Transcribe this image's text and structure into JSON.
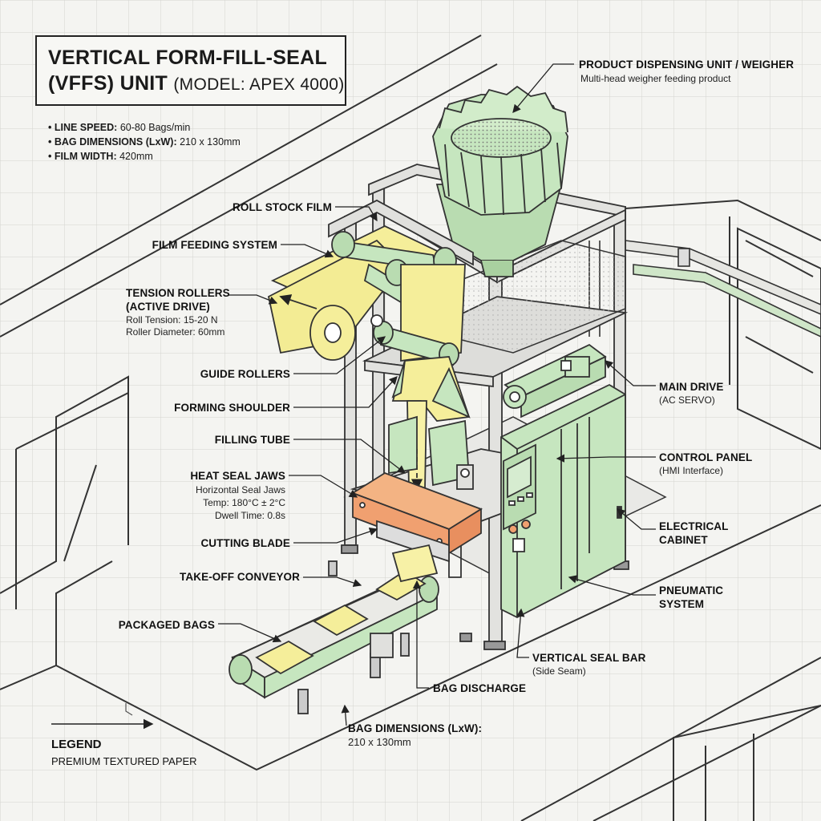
{
  "title": {
    "line1": "VERTICAL FORM-FILL-SEAL",
    "line2": "(VFFS) UNIT",
    "model": "(MODEL: APEX 4000)"
  },
  "specs": [
    {
      "key": "• LINE SPEED:",
      "value": "60-80 Bags/min"
    },
    {
      "key": "• BAG DIMENSIONS (LxW):",
      "value": "210 x 130mm"
    },
    {
      "key": "• FILM WIDTH:",
      "value": "420mm"
    }
  ],
  "labels": {
    "dispensing": {
      "title": "PRODUCT DISPENSING UNIT / WEIGHER",
      "sub": "Multi-head weigher feeding product"
    },
    "roll_stock": {
      "title": "ROLL STOCK FILM"
    },
    "film_feeding": {
      "title": "FILM FEEDING SYSTEM"
    },
    "tension": {
      "title1": "TENSION ROLLERS",
      "title2": "(ACTIVE DRIVE)",
      "sub1": "Roll Tension: 15-20 N",
      "sub2": "Roller Diameter: 60mm"
    },
    "guide": {
      "title": "GUIDE ROLLERS"
    },
    "forming": {
      "title": "FORMING SHOULDER"
    },
    "filling": {
      "title": "FILLING TUBE"
    },
    "heat_seal": {
      "title": "HEAT SEAL JAWS",
      "sub1": "Horizontal Seal Jaws",
      "sub2": "Temp: 180°C ± 2°C",
      "sub3": "Dwell Time: 0.8s"
    },
    "cutting": {
      "title": "CUTTING BLADE"
    },
    "conveyor": {
      "title": "TAKE-OFF CONVEYOR"
    },
    "bags": {
      "title": "PACKAGED BAGS"
    },
    "main_drive": {
      "title": "MAIN DRIVE",
      "sub": "(AC SERVO)"
    },
    "control": {
      "title": "CONTROL PANEL",
      "sub": "(HMI Interface)"
    },
    "electrical": {
      "title1": "ELECTRICAL",
      "title2": "CABINET"
    },
    "pneumatic": {
      "title1": "PNEUMATIC",
      "title2": "SYSTEM"
    },
    "vertical_seal": {
      "title": "VERTICAL SEAL BAR",
      "sub": "(Side Seam)"
    },
    "discharge": {
      "title": "BAG DISCHARGE"
    },
    "bag_dim": {
      "title": "BAG DIMENSIONS (LxW):",
      "sub": "210 x 130mm"
    }
  },
  "legend": {
    "title": "LEGEND",
    "sub": "PREMIUM TEXTURED PAPER"
  },
  "colors": {
    "paper": "#f4f4f1",
    "grid": "#cfcfcf",
    "frame": "#dcdcdc",
    "green": "#bfe0b8",
    "yellow": "#f5ee9a",
    "orange": "#f0a070",
    "line": "#222222"
  }
}
